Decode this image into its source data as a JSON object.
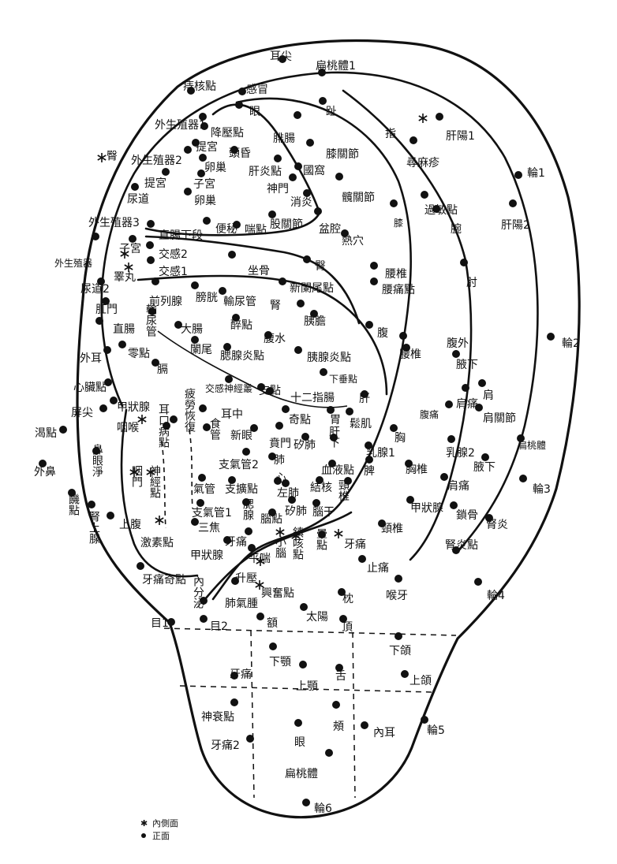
{
  "legend": {
    "inner_side": "內側面",
    "front_side": "正面"
  },
  "points": [
    {
      "t": "耳尖",
      "mk": "dot"
    },
    {
      "t": "扁桃體1",
      "mk": "dot"
    },
    {
      "t": "痔核點",
      "mk": "dot"
    },
    {
      "t": "感冒",
      "mk": "dot"
    },
    {
      "t": "眼",
      "mk": "dot"
    },
    {
      "t": "趾",
      "mk": "dot"
    },
    {
      "t": "指",
      "mk": "star"
    },
    {
      "t": "肝陽1",
      "mk": "dot"
    },
    {
      "t": "外生殖器1",
      "mk": "dot"
    },
    {
      "t": "降壓點",
      "mk": "dot"
    },
    {
      "t": "腓腸",
      "mk": "dot"
    },
    {
      "t": "膝關節",
      "mk": "dot"
    },
    {
      "t": "臀",
      "mk": "star"
    },
    {
      "t": "提宮",
      "mk": "dot"
    },
    {
      "t": "頭昏",
      "mk": "dot"
    },
    {
      "t": "外生殖器2",
      "mk": "dot"
    },
    {
      "t": "卵巢",
      "mk": "dot"
    },
    {
      "t": "肝炎點",
      "mk": "dot"
    },
    {
      "t": "尋麻疹",
      "mk": "dot"
    },
    {
      "t": "國窩",
      "mk": "dot"
    },
    {
      "t": "輪1",
      "mk": "dot"
    },
    {
      "t": "提宮",
      "mk": "dot"
    },
    {
      "t": "子宮",
      "mk": "dot"
    },
    {
      "t": "尿道",
      "mk": "dot"
    },
    {
      "t": "卵巢",
      "mk": "dot"
    },
    {
      "t": "神門",
      "mk": "dot"
    },
    {
      "t": "消炎",
      "mk": "dot"
    },
    {
      "t": "髖關節",
      "mk": "dot"
    },
    {
      "t": "過敏點",
      "mk": "dot"
    },
    {
      "t": "外生殖器3",
      "mk": "dot"
    },
    {
      "t": "便秘",
      "mk": "dot"
    },
    {
      "t": "喘點",
      "mk": "dot"
    },
    {
      "t": "股關節",
      "mk": "dot"
    },
    {
      "t": "膝",
      "mk": "dot"
    },
    {
      "t": "腕",
      "mk": "dot"
    },
    {
      "t": "肝陽2",
      "mk": "dot"
    },
    {
      "t": "直腸下段",
      "mk": "dot"
    },
    {
      "t": "盆腔",
      "mk": "dot"
    },
    {
      "t": "熱穴",
      "mk": "dot"
    },
    {
      "t": "子宮",
      "mk": "dot"
    },
    {
      "t": "交感2",
      "mk": "dot"
    },
    {
      "t": "外生殖器",
      "mk": "star"
    },
    {
      "t": "交感1",
      "mk": "dot"
    },
    {
      "t": "坐骨",
      "mk": "dot"
    },
    {
      "t": "臀",
      "mk": "dot"
    },
    {
      "t": "腰椎",
      "mk": "dot"
    },
    {
      "t": "睪丸",
      "mk": "star"
    },
    {
      "t": "尿道2",
      "mk": "dot"
    },
    {
      "t": "前列腺",
      "mk": "dot"
    },
    {
      "t": "膀胱",
      "mk": "dot"
    },
    {
      "t": "輸尿管",
      "mk": "dot"
    },
    {
      "t": "新闌尾點",
      "mk": "dot"
    },
    {
      "t": "腰痛點",
      "mk": "dot"
    },
    {
      "t": "肘",
      "mk": "dot"
    },
    {
      "t": "肛門",
      "mk": "dot"
    },
    {
      "t": "腎",
      "mk": "dot"
    },
    {
      "t": "輸尿管",
      "mk": "dot"
    },
    {
      "t": "胰膽",
      "mk": "dot"
    },
    {
      "t": "直腸",
      "mk": "dot"
    },
    {
      "t": "大腸",
      "mk": "dot"
    },
    {
      "t": "醉點",
      "mk": "dot"
    },
    {
      "t": "腹",
      "mk": "dot"
    },
    {
      "t": "腹外",
      "mk": "dot"
    },
    {
      "t": "腹水",
      "mk": "dot"
    },
    {
      "t": "闌尾",
      "mk": "dot"
    },
    {
      "t": "腰椎",
      "mk": "dot"
    },
    {
      "t": "外耳",
      "mk": "dot"
    },
    {
      "t": "零點",
      "mk": "dot"
    },
    {
      "t": "腮腺炎點",
      "mk": "dot"
    },
    {
      "t": "胰腺炎點",
      "mk": "dot"
    },
    {
      "t": "腋下",
      "mk": "dot"
    },
    {
      "t": "輪2",
      "mk": "dot"
    },
    {
      "t": "膈",
      "mk": "dot"
    },
    {
      "t": "下垂點",
      "mk": "dot"
    },
    {
      "t": "心臟點",
      "mk": "dot"
    },
    {
      "t": "交感神經叢",
      "mk": "dot"
    },
    {
      "t": "肩",
      "mk": "dot"
    },
    {
      "t": "甲狀腺",
      "mk": "dot"
    },
    {
      "t": "支點",
      "mk": "dot"
    },
    {
      "t": "十二指腸",
      "mk": "dot"
    },
    {
      "t": "肝",
      "mk": "dot"
    },
    {
      "t": "肩痛",
      "mk": "dot"
    },
    {
      "t": "疲勞恢復",
      "mk": "dot"
    },
    {
      "t": "屏尖",
      "mk": "dot"
    },
    {
      "t": "耳中",
      "mk": "dot"
    },
    {
      "t": "奇點",
      "mk": "dot"
    },
    {
      "t": "胃",
      "mk": "dot"
    },
    {
      "t": "鬆肌",
      "mk": "dot"
    },
    {
      "t": "肩關節",
      "mk": "dot"
    },
    {
      "t": "腹痛",
      "mk": "dot"
    },
    {
      "t": "咽喉",
      "mk": "star"
    },
    {
      "t": "耳口病點",
      "mk": "dot"
    },
    {
      "t": "食管",
      "mk": "dot"
    },
    {
      "t": "渴點",
      "mk": "dot"
    },
    {
      "t": "新眼",
      "mk": "dot"
    },
    {
      "t": "賁門",
      "mk": "dot"
    },
    {
      "t": "矽肺",
      "mk": "dot"
    },
    {
      "t": "肝下",
      "mk": "dot"
    },
    {
      "t": "胸",
      "mk": "dot"
    },
    {
      "t": "扁桃體",
      "mk": "dot"
    },
    {
      "t": "鼻眼淨",
      "mk": "dot"
    },
    {
      "t": "支氣管2",
      "mk": "dot"
    },
    {
      "t": "乳腺1",
      "mk": "dot"
    },
    {
      "t": "乳腺2",
      "mk": "dot"
    },
    {
      "t": "腋下",
      "mk": "dot"
    },
    {
      "t": "外鼻",
      "mk": "dot"
    },
    {
      "t": "咽門",
      "mk": "star"
    },
    {
      "t": "神經點",
      "mk": "star"
    },
    {
      "t": "肺",
      "mk": "dot"
    },
    {
      "t": "血液點",
      "mk": "dot"
    },
    {
      "t": "脾",
      "mk": "dot"
    },
    {
      "t": "胸椎",
      "mk": "dot"
    },
    {
      "t": "氣管",
      "mk": "dot"
    },
    {
      "t": "支擴點",
      "mk": "dot"
    },
    {
      "t": "心",
      "mk": "dot"
    },
    {
      "t": "左肺",
      "mk": "dot"
    },
    {
      "t": "結核",
      "mk": "dot"
    },
    {
      "t": "頸椎",
      "mk": "dot"
    },
    {
      "t": "肩痛",
      "mk": "dot"
    },
    {
      "t": "輪3",
      "mk": "dot"
    },
    {
      "t": "饑點",
      "mk": "dot"
    },
    {
      "t": "腎上腺",
      "mk": "dot"
    },
    {
      "t": "支氣管1",
      "mk": "dot"
    },
    {
      "t": "腮腺",
      "mk": "dot"
    },
    {
      "t": "腦點",
      "mk": "dot"
    },
    {
      "t": "矽肺",
      "mk": "dot"
    },
    {
      "t": "腦干",
      "mk": "dot"
    },
    {
      "t": "甲狀腺",
      "mk": "dot"
    },
    {
      "t": "鎖骨",
      "mk": "dot"
    },
    {
      "t": "腎炎",
      "mk": "dot"
    },
    {
      "t": "上腹",
      "mk": "dot"
    },
    {
      "t": "三焦",
      "mk": "dot"
    },
    {
      "t": "牙痛",
      "mk": "dot"
    },
    {
      "t": "鎮咳點",
      "mk": "star"
    },
    {
      "t": "暈點",
      "mk": "dot"
    },
    {
      "t": "牙痛",
      "mk": "star"
    },
    {
      "t": "頸椎",
      "mk": "dot"
    },
    {
      "t": "激素點",
      "mk": "star"
    },
    {
      "t": "甲狀腺",
      "mk": "dot"
    },
    {
      "t": "平喘",
      "mk": "dot"
    },
    {
      "t": "小腦",
      "mk": "star"
    },
    {
      "t": "腎炎點",
      "mk": "dot"
    },
    {
      "t": "牙痛奇點",
      "mk": "dot"
    },
    {
      "t": "升壓",
      "mk": "star"
    },
    {
      "t": "止痛",
      "mk": "dot"
    },
    {
      "t": "內分泌",
      "mk": "dot"
    },
    {
      "t": "肺氣腫",
      "mk": "dot"
    },
    {
      "t": "興奮點",
      "mk": "star"
    },
    {
      "t": "枕",
      "mk": "dot"
    },
    {
      "t": "喉牙",
      "mk": "dot"
    },
    {
      "t": "輪4",
      "mk": "dot"
    },
    {
      "t": "目1",
      "mk": "dot"
    },
    {
      "t": "目2",
      "mk": "dot"
    },
    {
      "t": "額",
      "mk": "dot"
    },
    {
      "t": "太陽",
      "mk": "dot"
    },
    {
      "t": "頂",
      "mk": "dot"
    },
    {
      "t": "下頜",
      "mk": "dot"
    },
    {
      "t": "牙痛",
      "mk": "dot"
    },
    {
      "t": "下顎",
      "mk": "dot"
    },
    {
      "t": "上顎",
      "mk": "dot"
    },
    {
      "t": "舌",
      "mk": "dot"
    },
    {
      "t": "上頜",
      "mk": "dot"
    },
    {
      "t": "神衰點",
      "mk": "dot"
    },
    {
      "t": "頰",
      "mk": "dot"
    },
    {
      "t": "眼",
      "mk": "dot"
    },
    {
      "t": "內耳",
      "mk": "dot"
    },
    {
      "t": "輪5",
      "mk": "dot"
    },
    {
      "t": "牙痛2",
      "mk": "dot"
    },
    {
      "t": "扁桃體",
      "mk": "dot"
    },
    {
      "t": "輪6",
      "mk": "dot"
    }
  ]
}
